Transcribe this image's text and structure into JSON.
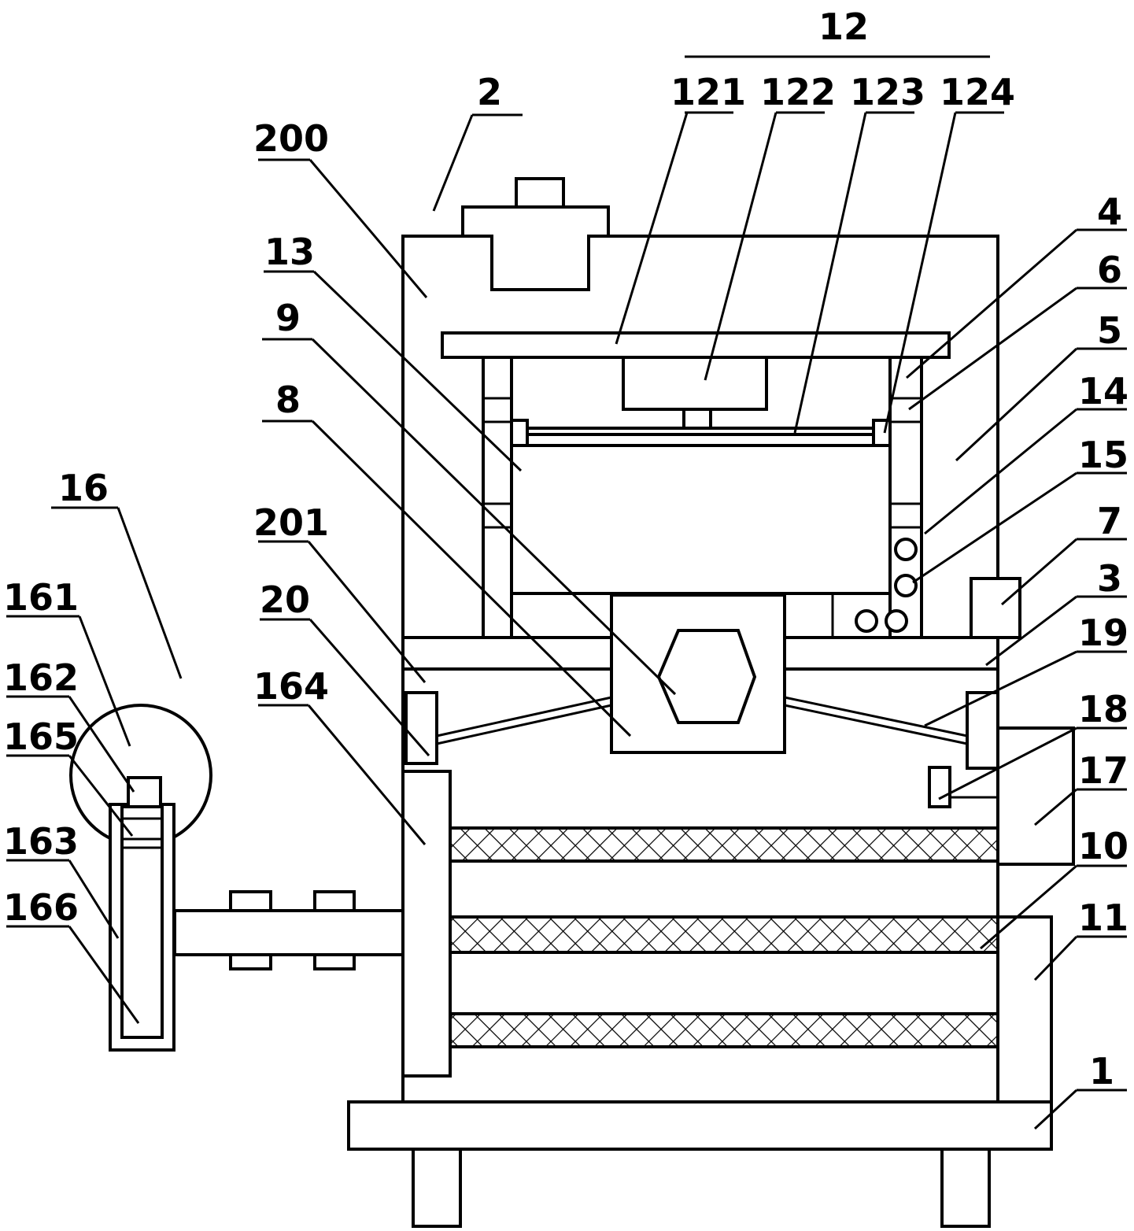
{
  "figure": {
    "labels": {
      "assembly_12": "12",
      "l121": "121",
      "l122": "122",
      "l123": "123",
      "l124": "124",
      "l2": "2",
      "l200": "200",
      "l4": "4",
      "l6": "6",
      "l5": "5",
      "l13": "13",
      "l9": "9",
      "l8": "8",
      "l14": "14",
      "l15": "15",
      "l7": "7",
      "l3": "3",
      "l19": "19",
      "l16": "16",
      "l201": "201",
      "l20": "20",
      "l164": "164",
      "l18": "18",
      "l17": "17",
      "l161": "161",
      "l162": "162",
      "l165": "165",
      "l163": "163",
      "l166": "166",
      "l10": "10",
      "l11": "11",
      "l1": "1"
    }
  }
}
